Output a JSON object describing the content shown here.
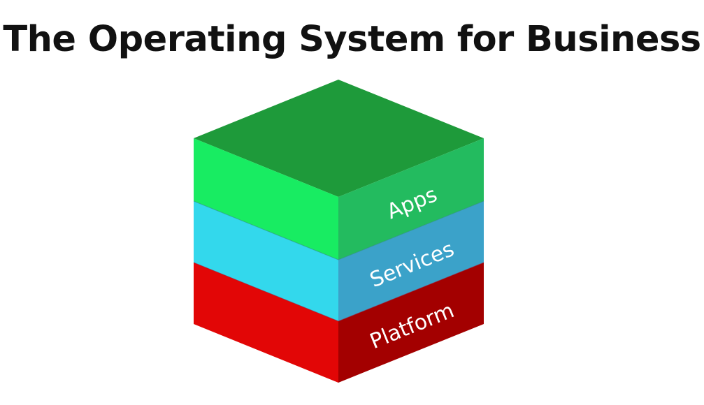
{
  "title": "The Operating System for Business",
  "layers": [
    {
      "label": "Apps",
      "colors": {
        "top": "#1e9a3a",
        "left": "#18ec62",
        "right": "#23bb5f"
      }
    },
    {
      "label": "Services",
      "colors": {
        "left": "#33d8ec",
        "right": "#3ba2c9"
      }
    },
    {
      "label": "Platform",
      "colors": {
        "left": "#e20606",
        "right": "#a30000"
      }
    }
  ]
}
